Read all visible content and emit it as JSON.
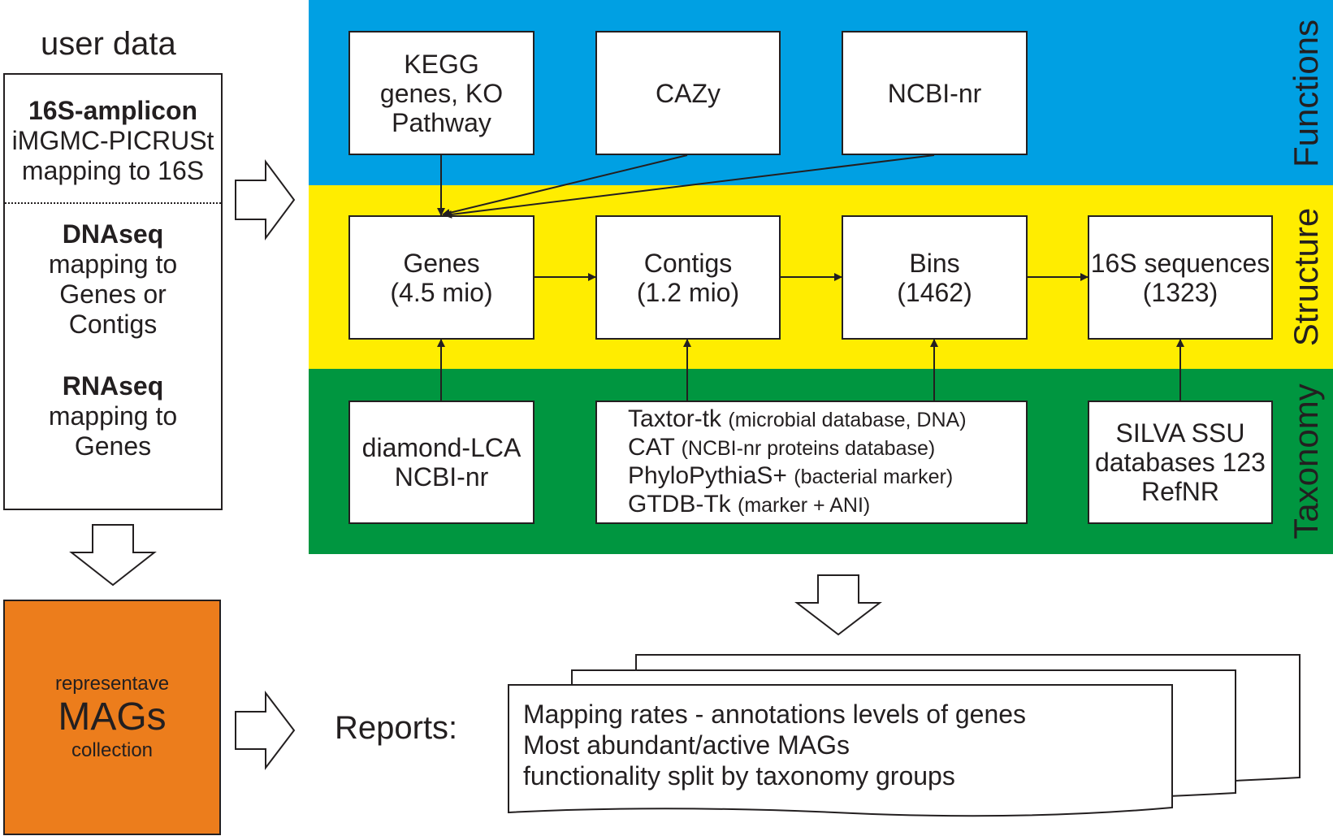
{
  "user_data": {
    "title": "user data",
    "amplicon_heading": "16S-amplicon",
    "amplicon_lines": [
      "iMGMC-PICRUSt",
      "mapping to 16S"
    ],
    "dnaseq_heading": "DNAseq",
    "dnaseq_lines": [
      "mapping to",
      "Genes or",
      "Contigs"
    ],
    "rnaseq_heading": "RNAseq",
    "rnaseq_lines": [
      "mapping to",
      "Genes"
    ]
  },
  "mags": {
    "line1": "representave",
    "line2": "MAGs",
    "line3": "collection"
  },
  "bands": {
    "functions": "Functions",
    "structure": "Structure",
    "taxonomy": "Taxonomy",
    "colors": {
      "functions": "#00a0e3",
      "structure": "#ffed00",
      "taxonomy": "#009640"
    }
  },
  "functions": {
    "kegg": [
      "KEGG",
      "genes, KO",
      "Pathway"
    ],
    "cazy": "CAZy",
    "ncbi": "NCBI-nr"
  },
  "structure": {
    "genes": [
      "Genes",
      "(4.5 mio)"
    ],
    "contigs": [
      "Contigs",
      "(1.2 mio)"
    ],
    "bins": [
      "Bins",
      "(1462)"
    ],
    "s16": [
      "16S sequences",
      "(1323)"
    ]
  },
  "taxonomy": {
    "diamond": [
      "diamond-LCA",
      "NCBI-nr"
    ],
    "tools": [
      {
        "name": "Taxtor-tk",
        "note": "(microbial database, DNA)"
      },
      {
        "name": "CAT",
        "note": "(NCBI-nr proteins database)"
      },
      {
        "name": "PhyloPythiaS+",
        "note": "(bacterial marker)"
      },
      {
        "name": "GTDB-Tk",
        "note": "(marker + ANI)"
      }
    ],
    "silva": [
      "SILVA SSU",
      "databases 123",
      "RefNR"
    ]
  },
  "reports": {
    "label": "Reports:",
    "lines": [
      "Mapping rates - annotations levels of genes",
      "Most abundant/active MAGs",
      "functionality split by taxonomy groups"
    ]
  }
}
